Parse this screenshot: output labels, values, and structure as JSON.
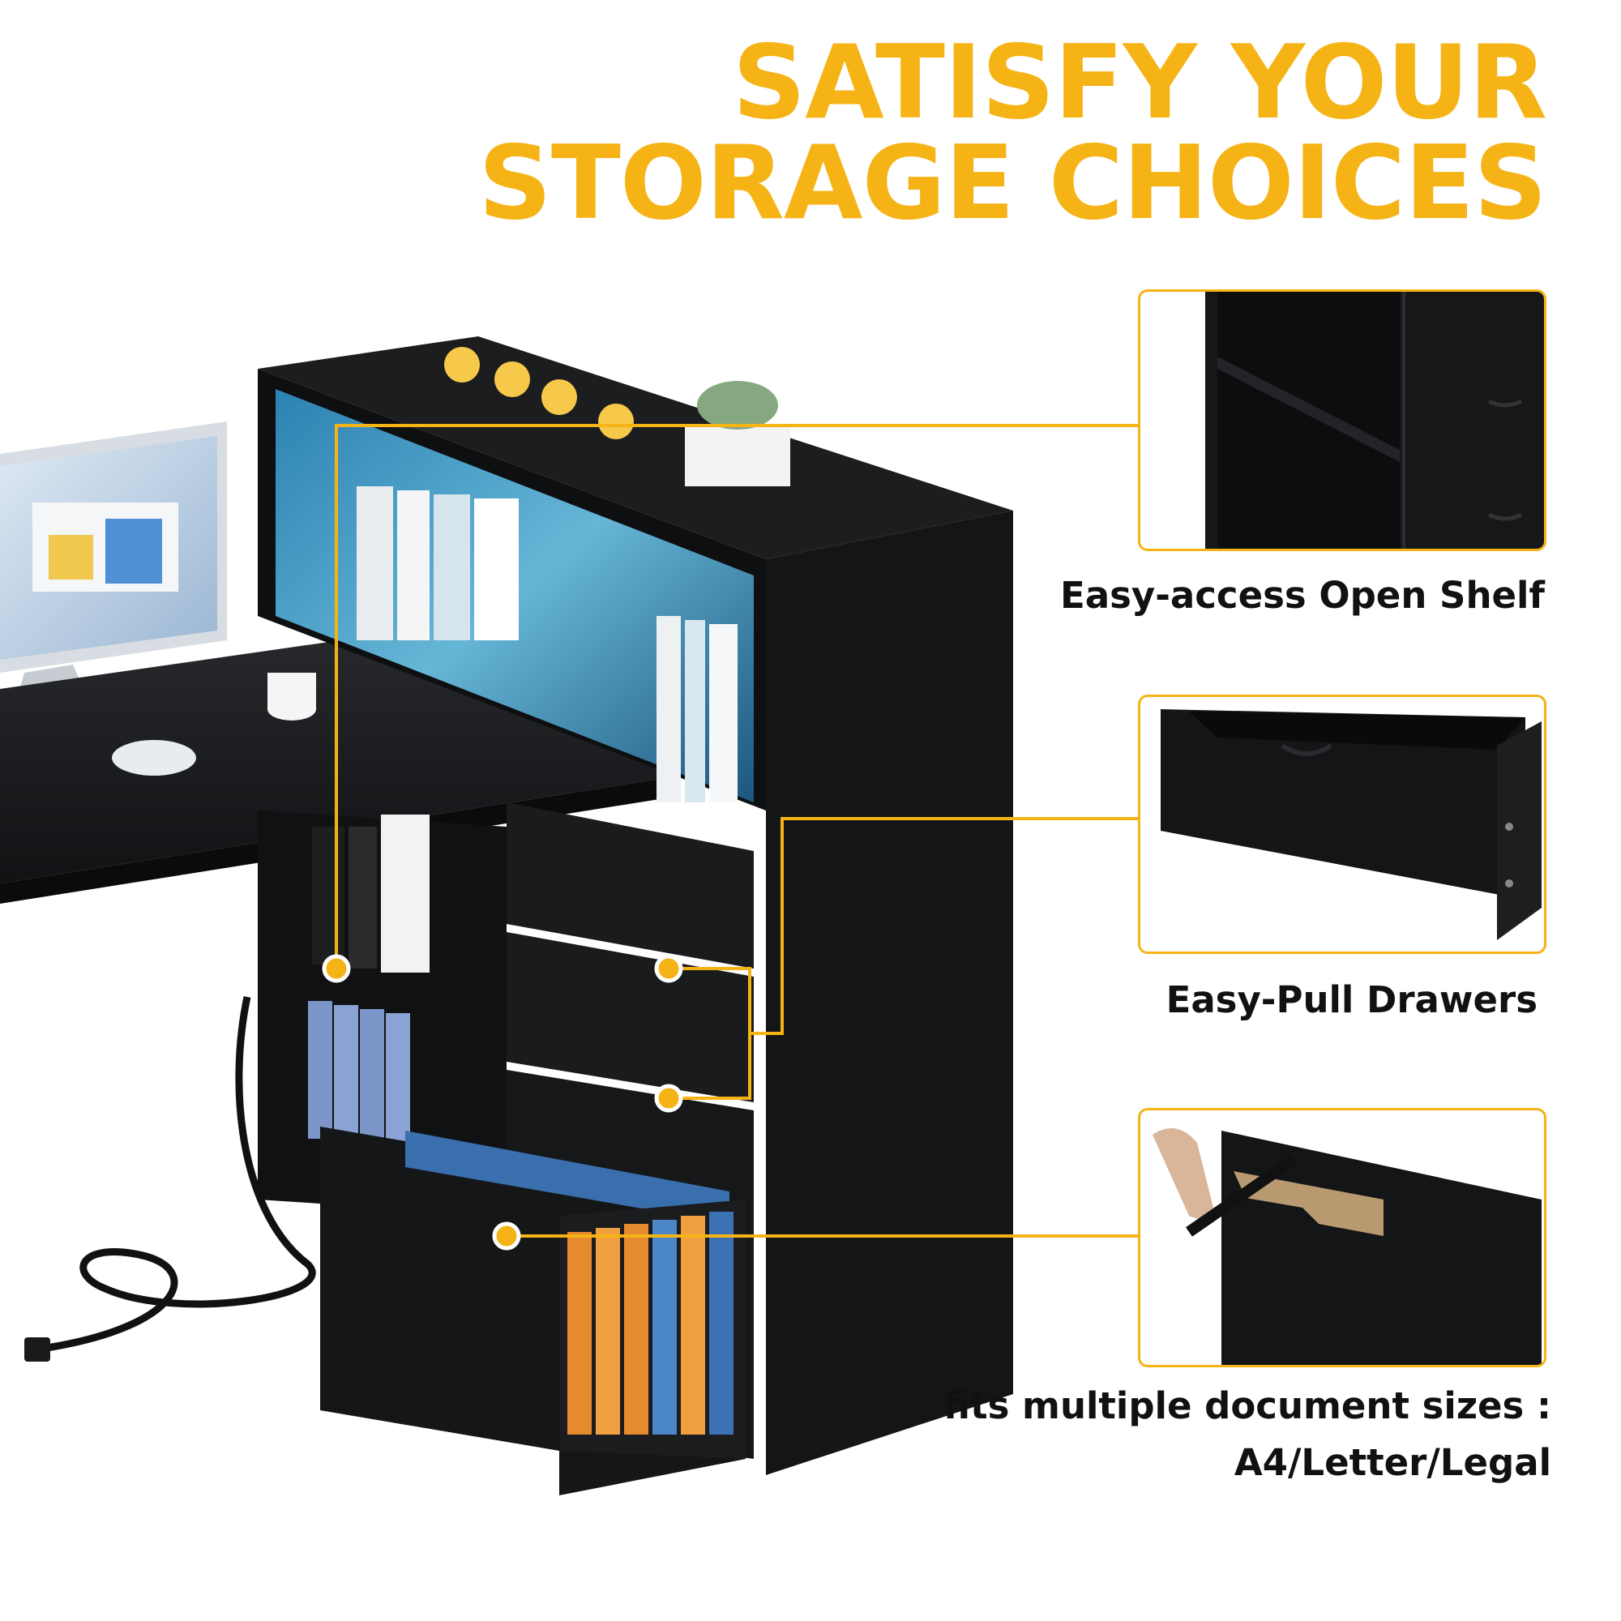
{
  "headline": {
    "line1": "SATISFY YOUR",
    "line2": "STORAGE CHOICES",
    "color": "#f5b316"
  },
  "accent_color": "#f5b316",
  "features": [
    {
      "caption": "Easy-access Open Shelf",
      "image": "open-shelf-closeup"
    },
    {
      "caption": "Easy-Pull Drawers",
      "image": "drawer-closeup"
    },
    {
      "caption_line1": "fits multiple document sizes :",
      "caption_line2": "A4/Letter/Legal",
      "image": "file-drawer-handle-closeup"
    }
  ],
  "product_image": "black-desk-with-led-storage-cabinet"
}
